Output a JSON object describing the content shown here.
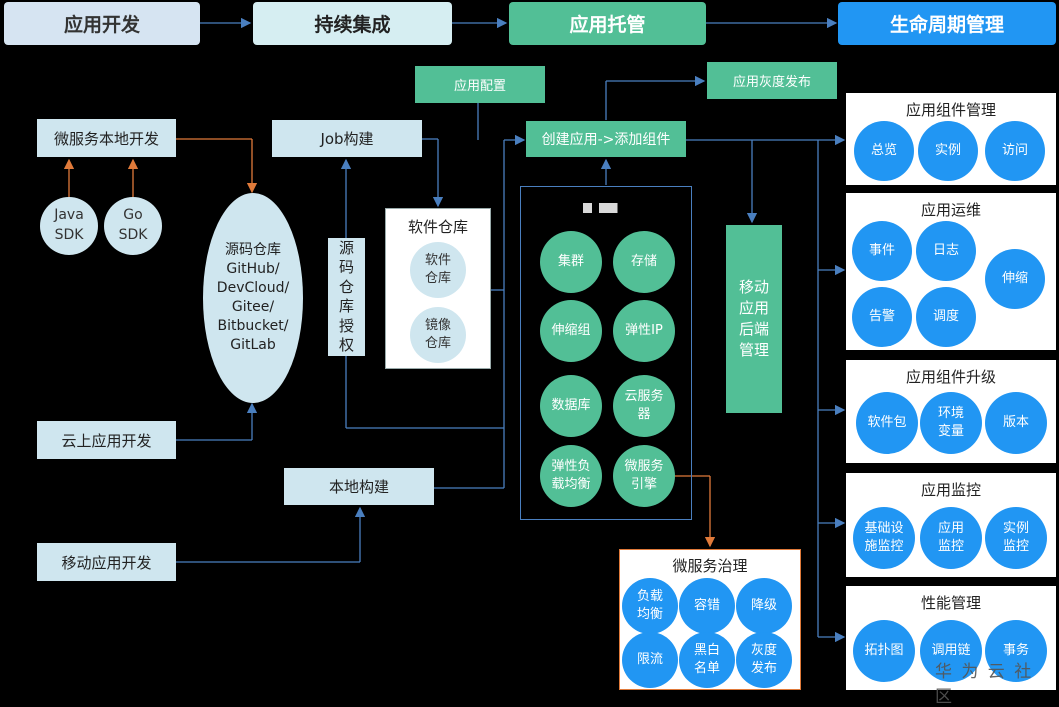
{
  "phases": {
    "dev": "应用开发",
    "ci": "持续集成",
    "hosting": "应用托管",
    "lifecycle": "生命周期管理"
  },
  "dev": {
    "local": "微服务本地开发",
    "java": "Java\nSDK",
    "go": "Go\nSDK",
    "cloud": "云上应用开发",
    "mobile": "移动应用开发"
  },
  "repo": {
    "text": "源码仓库\nGitHub/\nDevCloud/\nGitee/\nBitbucket/\nGitLab"
  },
  "ci": {
    "job": "Job构建",
    "auth": "源\n码\n仓\n库\n授\n权",
    "local_build": "本地构建",
    "sw_repo": "软件仓库",
    "sw_pkg": "软件\n仓库",
    "image": "镜像\n仓库"
  },
  "hosting": {
    "config": "应用配置",
    "create": "创建应用->添加组件",
    "gray": "应用灰度发布",
    "mobile_backend": "移动\n应用\n后端\n管理",
    "resources": [
      "集群",
      "存储",
      "伸缩组",
      "弹性IP",
      "数据库",
      "云服务\n器",
      "弹性负\n载均衡",
      "微服务\n引擎"
    ]
  },
  "governance": {
    "title": "微服务治理",
    "items": [
      "负载\n均衡",
      "容错",
      "降级",
      "限流",
      "黑白\n名单",
      "灰度\n发布"
    ]
  },
  "lifecycle": {
    "component_mgmt": {
      "title": "应用组件管理",
      "items": [
        "总览",
        "实例",
        "访问"
      ]
    },
    "ops": {
      "title": "应用运维",
      "items": [
        "事件",
        "日志",
        "告警",
        "调度",
        "伸缩"
      ]
    },
    "upgrade": {
      "title": "应用组件升级",
      "items": [
        "软件包",
        "环境\n变量",
        "版本"
      ]
    },
    "monitor": {
      "title": "应用监控",
      "items": [
        "基础设\n施监控",
        "应用\n监控",
        "实例\n监控"
      ]
    },
    "perf": {
      "title": "性能管理",
      "items": [
        "拓扑图",
        "调用链",
        "事务"
      ]
    }
  },
  "watermark": "华 为 云 社 区",
  "colors": {
    "light": "#cfe6ef",
    "green": "#52bf96",
    "blue": "#2196f3",
    "arrow_blue": "#4a7fbf",
    "arrow_orange": "#e07a3a"
  }
}
